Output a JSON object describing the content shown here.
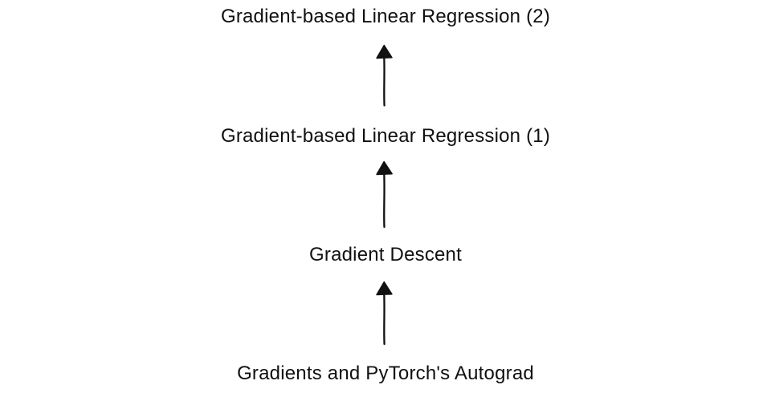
{
  "colors": {
    "bg": "#ffffff",
    "ink": "#111111"
  },
  "diagram": {
    "title": "",
    "nodes": [
      {
        "label": "Gradient-based Linear Regression (2)"
      },
      {
        "label": "Gradient-based Linear Regression (1)"
      },
      {
        "label": "Gradient Descent"
      },
      {
        "label": "Gradients and PyTorch's Autograd"
      }
    ],
    "arrows": [
      {
        "from": 1,
        "to": 0,
        "direction": "up"
      },
      {
        "from": 2,
        "to": 1,
        "direction": "up"
      },
      {
        "from": 3,
        "to": 2,
        "direction": "up"
      }
    ]
  }
}
